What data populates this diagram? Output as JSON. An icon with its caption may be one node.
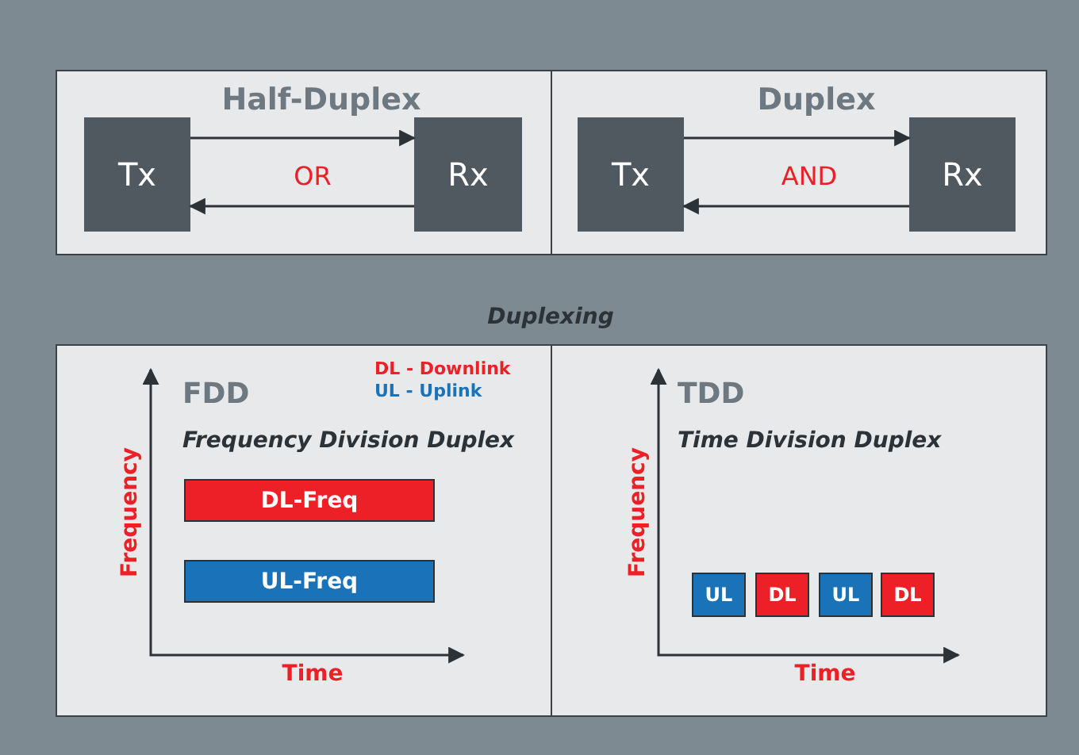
{
  "diagram": {
    "nodes": [
      {
        "text": [
          "Half-Duplex"
        ]
      },
      {
        "text": [
          "Tx"
        ],
        "in": 0
      },
      {
        "text": [
          "Rx"
        ],
        "in": 0
      },
      {
        "text": [
          "Duplex"
        ]
      },
      {
        "text": [
          "Tx"
        ],
        "in": 3
      },
      {
        "text": [
          "Rx"
        ],
        "in": 3
      },
      {
        "text": [
          "FDD",
          "Frequency Division Duplex"
        ]
      },
      {
        "text": [
          "DL-Freq"
        ],
        "in": 6
      },
      {
        "text": [
          "UL-Freq"
        ],
        "in": 6
      },
      {
        "text": [
          "TDD",
          "Time Division Duplex"
        ]
      },
      {
        "text": [
          "UL"
        ],
        "in": 9
      },
      {
        "text": [
          "DL"
        ],
        "in": 9
      },
      {
        "text": [
          "UL"
        ],
        "in": 9
      },
      {
        "text": [
          "DL"
        ],
        "in": 9
      }
    ],
    "edges": [
      {
        "from": 1,
        "to": 2,
        "arrow": "to"
      },
      {
        "from": 2,
        "to": 1,
        "arrow": "to"
      },
      {
        "from": 4,
        "to": 5,
        "arrow": "to"
      },
      {
        "from": 5,
        "to": 4,
        "arrow": "to"
      }
    ],
    "labels": [
      "OR",
      "AND",
      "Duplexing",
      "Frequency",
      "Time",
      "Frequency",
      "Time"
    ],
    "legend": [
      {
        "text": "DL - Downlink",
        "color": "#ee2027"
      },
      {
        "text": "UL - Uplink",
        "color": "#1a73b8"
      }
    ]
  }
}
